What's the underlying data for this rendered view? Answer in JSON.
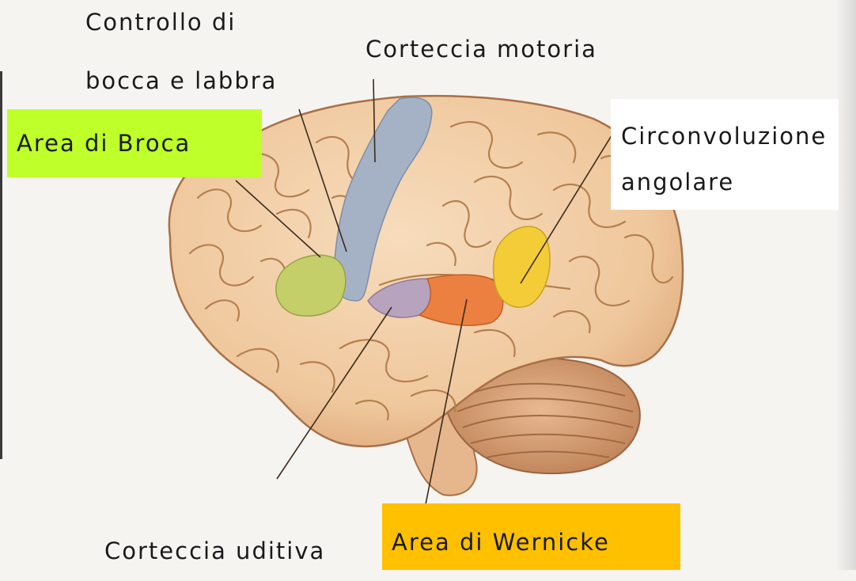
{
  "labels": {
    "mouth_lips_control": {
      "line1": "Controllo di",
      "line2": "bocca e labbra"
    },
    "motor_cortex": "Corteccia motoria",
    "broca_area": "Area di Broca",
    "angular_gyrus": {
      "line1": "Circonvoluzione",
      "line2": "angolare"
    },
    "auditory_cortex": "Corteccia uditiva",
    "wernicke_area": "Area di Wernicke"
  },
  "colors": {
    "broca_highlight": "#bfff2a",
    "wernicke_highlight": "#ffc000",
    "broca_region": "#c4cf6a",
    "motor_region": "#a5b2c5",
    "auditory_region": "#b7a3bd",
    "wernicke_region": "#ec8040",
    "angular_region": "#f4cc38",
    "brain_tissue": "#f1cda6",
    "sulci": "#b5804f",
    "cerebellum": "#d9a277"
  }
}
